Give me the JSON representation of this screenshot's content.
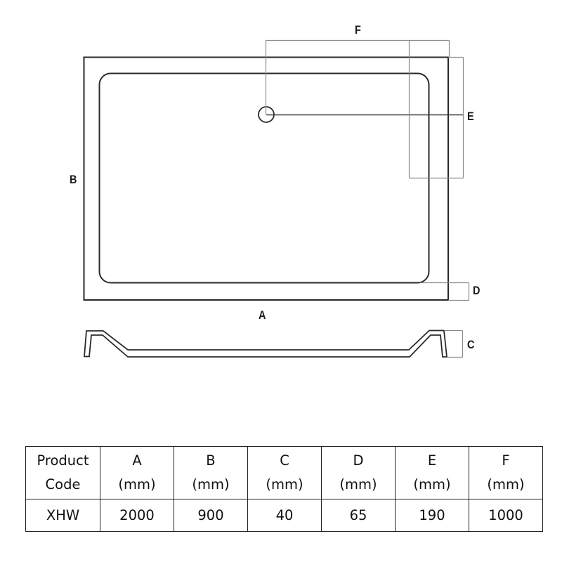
{
  "diagram": {
    "labels": {
      "A": "A",
      "B": "B",
      "C": "C",
      "D": "D",
      "E": "E",
      "F": "F"
    },
    "stroke_color": "#2a2a2a",
    "dim_line_color": "#8a8a8a"
  },
  "table": {
    "headers": [
      {
        "line1": "Product",
        "line2": "Code"
      },
      {
        "line1": "A",
        "line2": "(mm)"
      },
      {
        "line1": "B",
        "line2": "(mm)"
      },
      {
        "line1": "C",
        "line2": "(mm)"
      },
      {
        "line1": "D",
        "line2": "(mm)"
      },
      {
        "line1": "E",
        "line2": "(mm)"
      },
      {
        "line1": "F",
        "line2": "(mm)"
      }
    ],
    "rows": [
      [
        "XHW",
        "2000",
        "900",
        "40",
        "65",
        "190",
        "1000"
      ]
    ]
  }
}
